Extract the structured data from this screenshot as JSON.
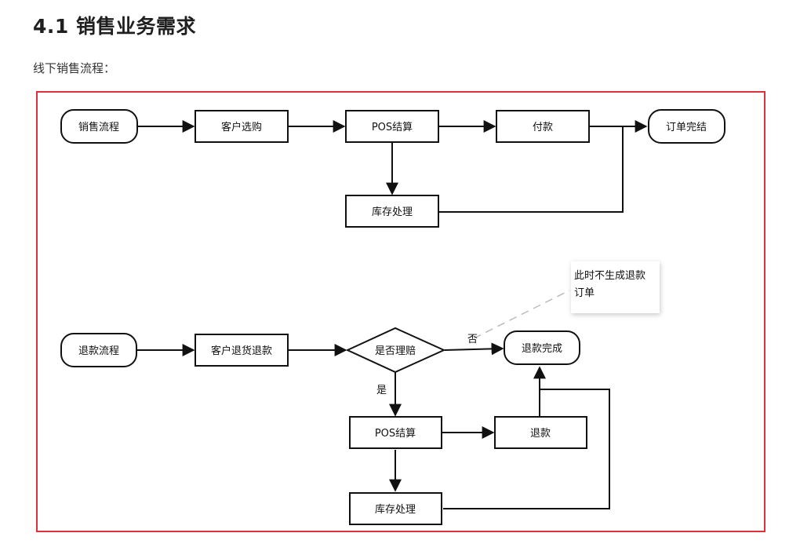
{
  "document": {
    "heading": "4.1 销售业务需求",
    "intro": "线下销售流程："
  },
  "colors": {
    "frame_border": "#e0313a",
    "stroke": "#111111",
    "dashed_connector": "#bbbbbb"
  },
  "sales_flow": {
    "start": "销售流程",
    "browse": "客户选购",
    "pos": "POS结算",
    "pay": "付款",
    "end": "订单完结",
    "inventory": "库存处理"
  },
  "refund_flow": {
    "start": "退款流程",
    "request": "客户退货退款",
    "decision": "是否理赔",
    "no_label": "否",
    "yes_label": "是",
    "end": "退款完成",
    "pos": "POS结算",
    "refund": "退款",
    "inventory": "库存处理",
    "note": "此时不生成退款\n订单"
  }
}
